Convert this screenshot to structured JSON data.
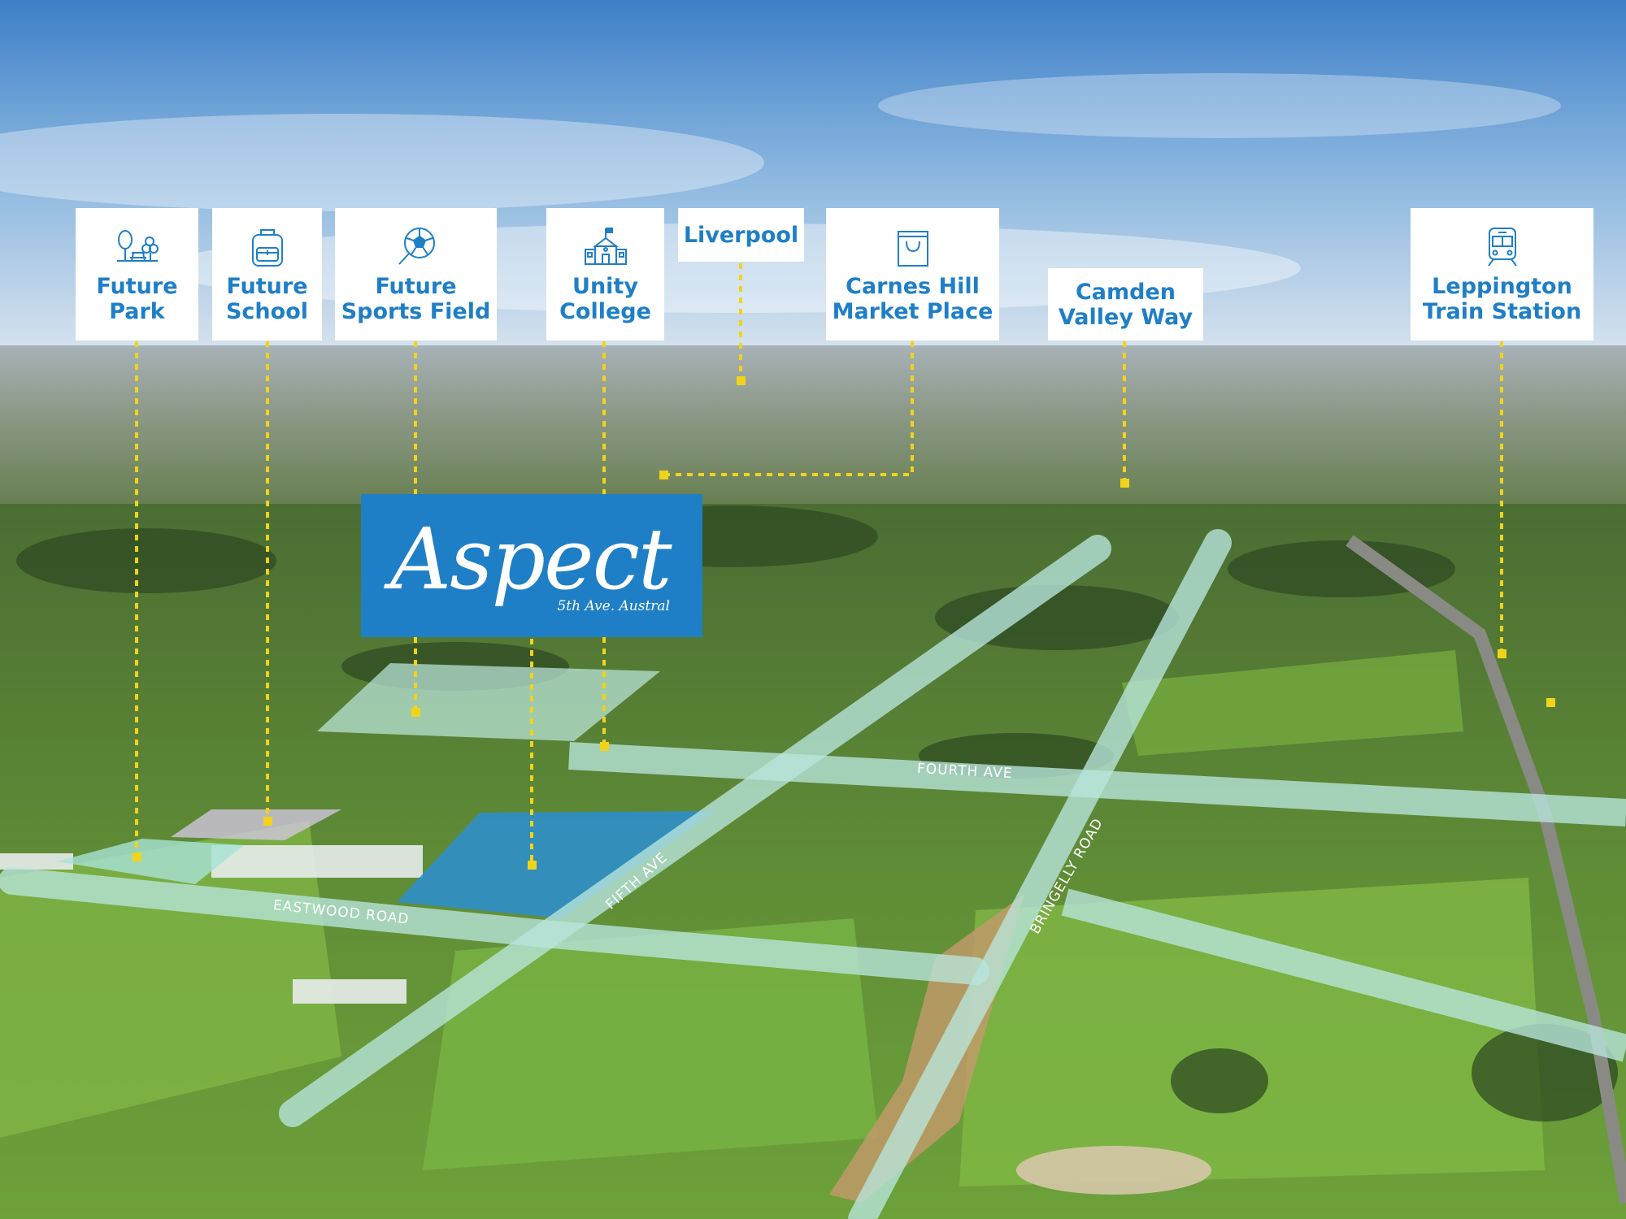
{
  "title": "Aspect",
  "logo": {
    "name": "Aspect",
    "sub": "5th Ave. Austral"
  },
  "callouts": [
    {
      "id": "future-park",
      "label": "Future\nPark",
      "icon": "park-icon"
    },
    {
      "id": "future-school",
      "label": "Future\nSchool",
      "icon": "backpack-icon"
    },
    {
      "id": "future-sports-field",
      "label": "Future\nSports Field",
      "icon": "soccer-ball-icon"
    },
    {
      "id": "unity-college",
      "label": "Unity\nCollege",
      "icon": "schoolhouse-icon"
    },
    {
      "id": "liverpool",
      "label": "Liverpool",
      "icon": ""
    },
    {
      "id": "carnes-hill",
      "label": "Carnes Hill\nMarket Place",
      "icon": "shopping-bag-icon"
    },
    {
      "id": "camden-valley-way",
      "label": "Camden\nValley Way",
      "icon": ""
    },
    {
      "id": "leppington",
      "label": "Leppington\nTrain Station",
      "icon": "train-icon"
    }
  ],
  "roads": {
    "fourth_ave": "FOURTH AVE",
    "fifth_ave": "FIFTH AVE",
    "eastwood_road": "EASTWOOD ROAD",
    "bringelly_road": "BRINGELLY ROAD"
  },
  "colors": {
    "brand_blue": "#1f7fc6",
    "marker_yellow": "#f2d31b",
    "road_overlay": "#b9e6dd",
    "site_blue": "#2a8fd8"
  }
}
